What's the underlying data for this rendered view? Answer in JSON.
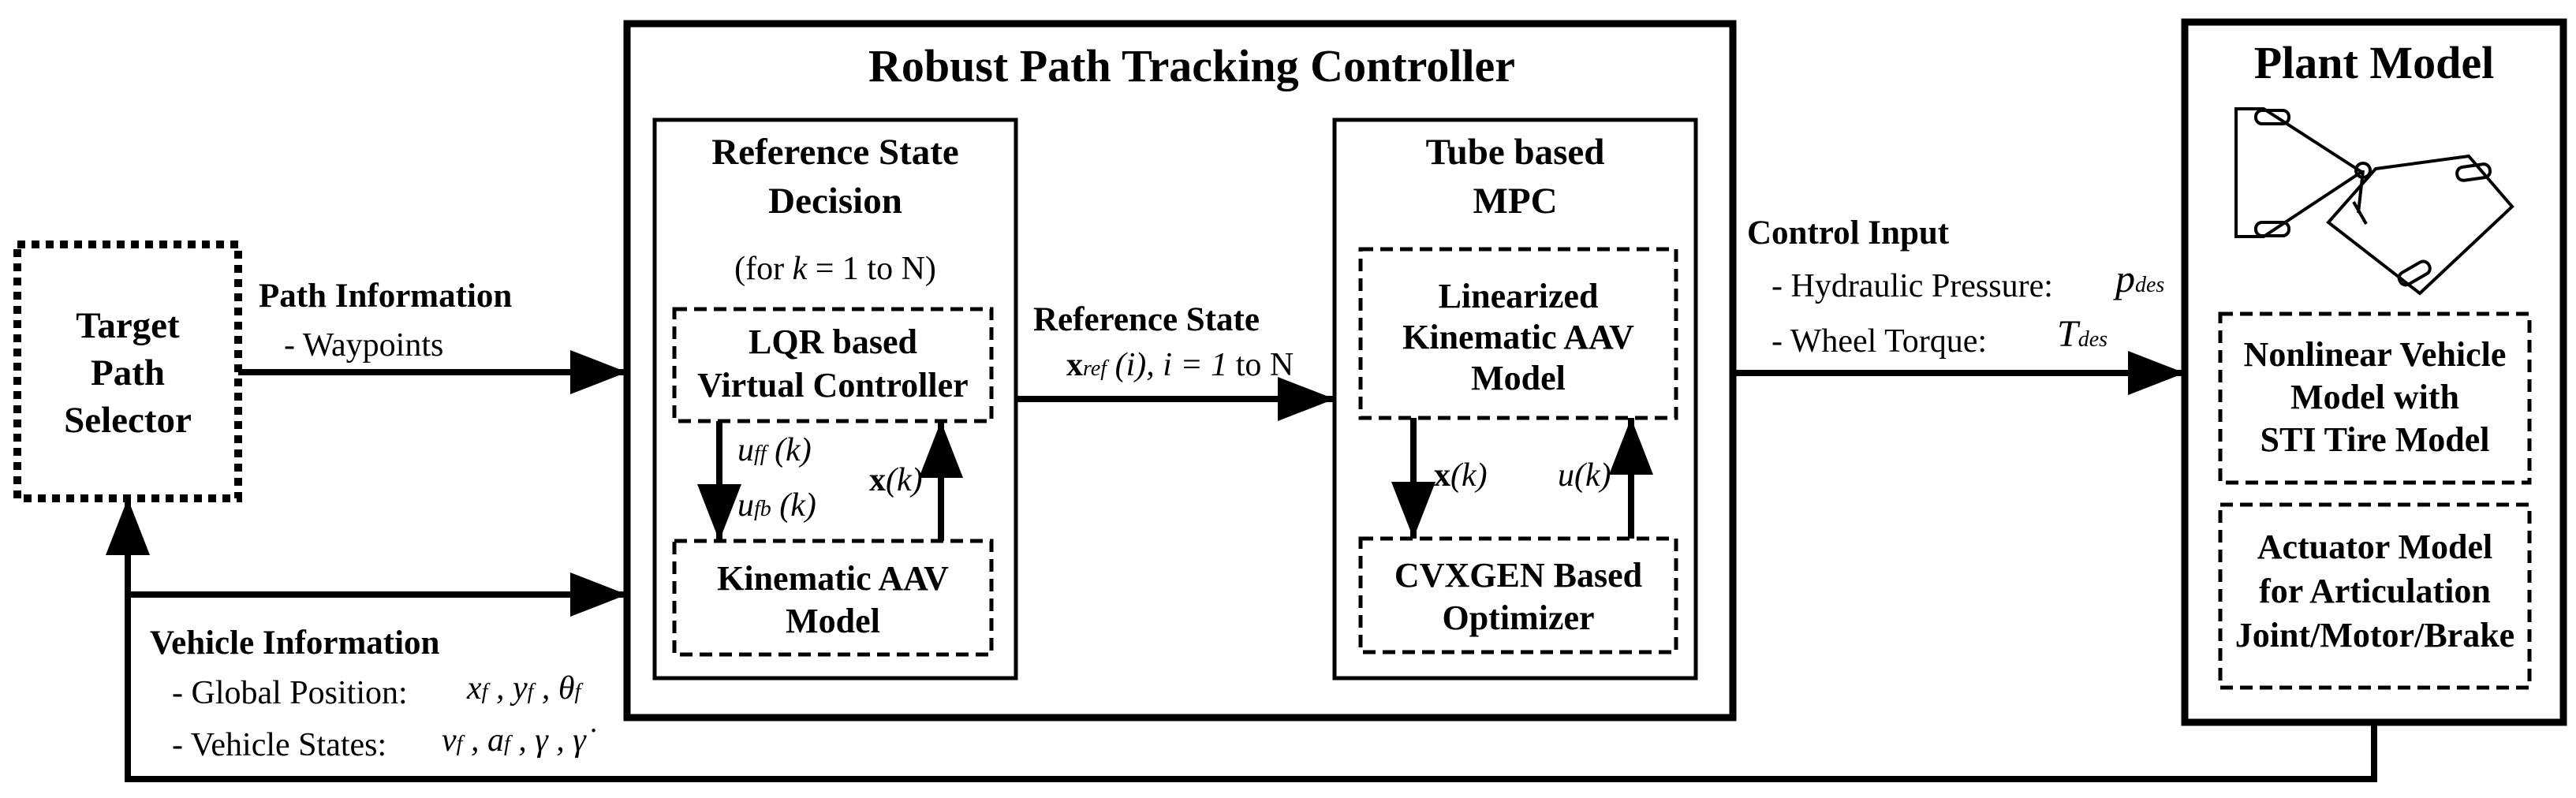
{
  "target_selector": {
    "line1": "Target",
    "line2": "Path",
    "line3": "Selector"
  },
  "path_info": {
    "title": "Path Information",
    "item": "- Waypoints"
  },
  "vehicle_info": {
    "title": "Vehicle Information",
    "global_position_label": "- Global Position:",
    "vehicle_states_label": "- Vehicle States:"
  },
  "controller": {
    "title": "Robust Path Tracking Controller"
  },
  "reference_decision": {
    "line1": "Reference State",
    "line2": "Decision",
    "loop_prefix": "(for ",
    "loop_var": "k",
    "loop_suffix": " = 1 to N)"
  },
  "lqr": {
    "line1": "LQR based",
    "line2": "Virtual Controller"
  },
  "kinematic_aav": {
    "line1": "Kinematic AAV",
    "line2": "Model"
  },
  "reference_state": {
    "title": "Reference State",
    "range": "to N"
  },
  "tube_mpc": {
    "line1": "Tube based",
    "line2": "MPC"
  },
  "linearized": {
    "line1": "Linearized",
    "line2": "Kinematic AAV",
    "line3": "Model"
  },
  "cvxgen": {
    "line1": "CVXGEN Based",
    "line2": "Optimizer"
  },
  "control_input": {
    "title": "Control Input",
    "hydraulic": "- Hydraulic Pressure:",
    "torque": "- Wheel Torque:"
  },
  "plant": {
    "title": "Plant Model"
  },
  "nonlinear": {
    "line1": "Nonlinear Vehicle",
    "line2": "Model with",
    "line3": "STI Tire Model"
  },
  "actuator": {
    "line1": "Actuator Model",
    "line2": "for Articulation",
    "line3": "Joint/Motor/Brake"
  }
}
